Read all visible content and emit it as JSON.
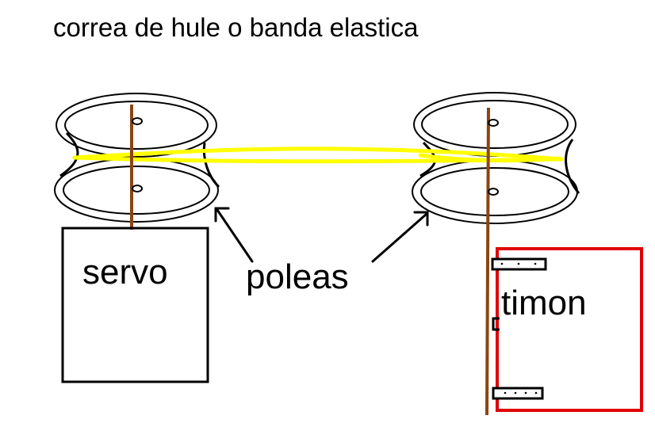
{
  "title": "correa de hule o banda elastica",
  "labels": {
    "servo": "servo",
    "pulleys": "poleas",
    "rudder": "timon"
  },
  "colors": {
    "background": "#ffffff",
    "outline": "#000000",
    "shaft": "#8B4513",
    "belt": "#FFFF00",
    "rudder_box": "#E00000"
  }
}
